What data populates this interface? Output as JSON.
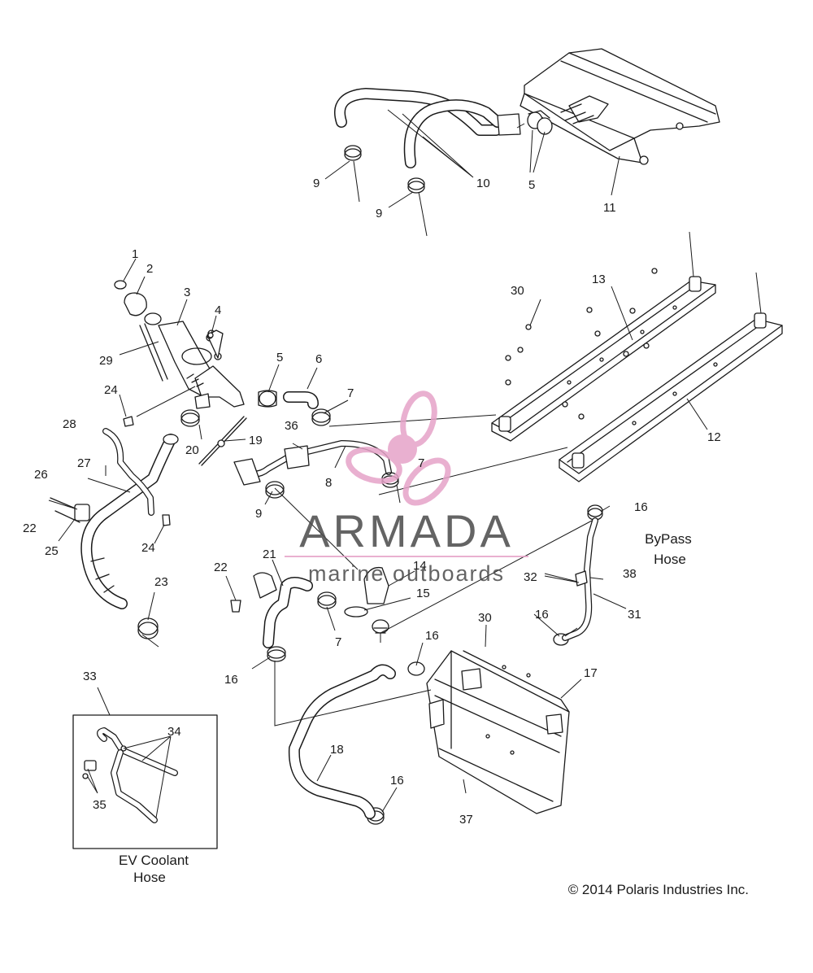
{
  "callouts": [
    {
      "id": "c1",
      "text": "1"
    },
    {
      "id": "c2",
      "text": "2"
    },
    {
      "id": "c3",
      "text": "3"
    },
    {
      "id": "c4",
      "text": "4"
    },
    {
      "id": "c5a",
      "text": "5"
    },
    {
      "id": "c5b",
      "text": "5"
    },
    {
      "id": "c6",
      "text": "6"
    },
    {
      "id": "c7a",
      "text": "7"
    },
    {
      "id": "c7b",
      "text": "7"
    },
    {
      "id": "c7c",
      "text": "7"
    },
    {
      "id": "c8",
      "text": "8"
    },
    {
      "id": "c9a",
      "text": "9"
    },
    {
      "id": "c9b",
      "text": "9"
    },
    {
      "id": "c9c",
      "text": "9"
    },
    {
      "id": "c10",
      "text": "10"
    },
    {
      "id": "c11",
      "text": "11"
    },
    {
      "id": "c12",
      "text": "12"
    },
    {
      "id": "c13",
      "text": "13"
    },
    {
      "id": "c14",
      "text": "14"
    },
    {
      "id": "c15",
      "text": "15"
    },
    {
      "id": "c16a",
      "text": "16"
    },
    {
      "id": "c16b",
      "text": "16"
    },
    {
      "id": "c16c",
      "text": "16"
    },
    {
      "id": "c16d",
      "text": "16"
    },
    {
      "id": "c16e",
      "text": "16"
    },
    {
      "id": "c17",
      "text": "17"
    },
    {
      "id": "c18",
      "text": "18"
    },
    {
      "id": "c19",
      "text": "19"
    },
    {
      "id": "c20",
      "text": "20"
    },
    {
      "id": "c21",
      "text": "21"
    },
    {
      "id": "c22a",
      "text": "22"
    },
    {
      "id": "c22b",
      "text": "22"
    },
    {
      "id": "c23",
      "text": "23"
    },
    {
      "id": "c24a",
      "text": "24"
    },
    {
      "id": "c24b",
      "text": "24"
    },
    {
      "id": "c25",
      "text": "25"
    },
    {
      "id": "c26",
      "text": "26"
    },
    {
      "id": "c27",
      "text": "27"
    },
    {
      "id": "c28",
      "text": "28"
    },
    {
      "id": "c29",
      "text": "29"
    },
    {
      "id": "c30a",
      "text": "30"
    },
    {
      "id": "c30b",
      "text": "30"
    },
    {
      "id": "c31",
      "text": "31"
    },
    {
      "id": "c32",
      "text": "32"
    },
    {
      "id": "c33",
      "text": "33"
    },
    {
      "id": "c34",
      "text": "34"
    },
    {
      "id": "c35",
      "text": "35"
    },
    {
      "id": "c36",
      "text": "36"
    },
    {
      "id": "c37",
      "text": "37"
    },
    {
      "id": "c38",
      "text": "38"
    }
  ],
  "labels": {
    "bypass_line1": "ByPass",
    "bypass_line2": "Hose",
    "ev_line1": "EV Coolant",
    "ev_line2": "Hose"
  },
  "copyright": "© 2014 Polaris Industries Inc.",
  "watermark": {
    "brand": "ARMADA",
    "tagline": "marine outboards",
    "logo_color": "#e6a3c8"
  }
}
